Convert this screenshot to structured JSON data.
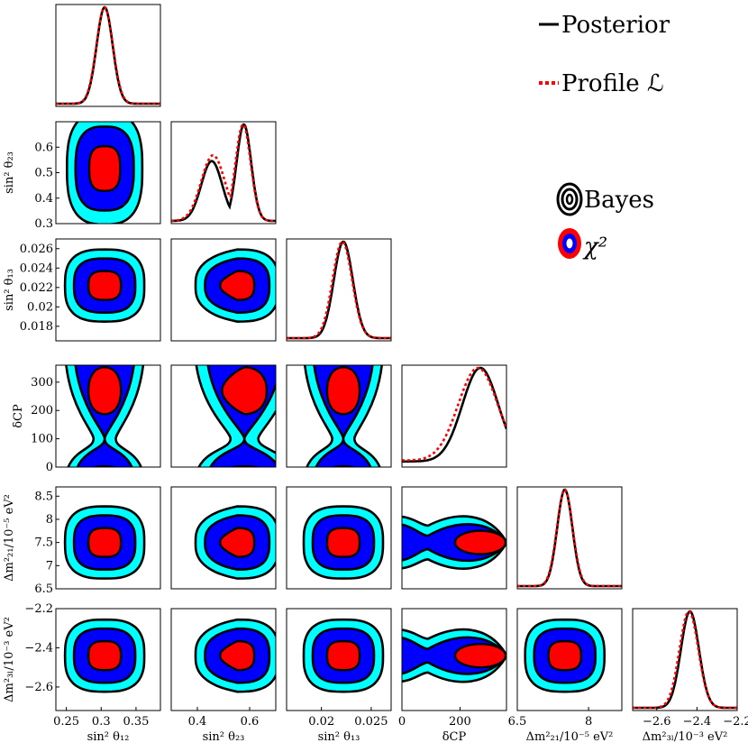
{
  "chart_data": {
    "type": "corner-plot",
    "parameters": [
      {
        "name": "s12",
        "xlabel": "sin² θ₁₂",
        "ylabel": "",
        "xlim": [
          0.235,
          0.385
        ],
        "ylim": [
          0.235,
          0.385
        ],
        "xticks": [
          0.25,
          0.3,
          0.35
        ],
        "xticklabels": [
          "0.25",
          "0.3",
          "0.35"
        ],
        "yticks": [],
        "yticklabels": [],
        "best_fit": 0.305
      },
      {
        "name": "s23",
        "xlabel": "sin² θ₂₃",
        "ylabel": "sin² θ₂₃",
        "xlim": [
          0.3,
          0.7
        ],
        "ylim": [
          0.3,
          0.7
        ],
        "xticks": [
          0.4,
          0.6
        ],
        "xticklabels": [
          "0.4",
          "0.6"
        ],
        "yticks": [
          0.3,
          0.4,
          0.5,
          0.6
        ],
        "yticklabels": [
          "0.3",
          "0.4",
          "0.5",
          "0.6"
        ],
        "best_fit": 0.58
      },
      {
        "name": "s13",
        "xlabel": "sin² θ₁₃",
        "ylabel": "sin² θ₁₃",
        "xlim": [
          0.0165,
          0.027
        ],
        "ylim": [
          0.0165,
          0.027
        ],
        "xticks": [
          0.02,
          0.025
        ],
        "xticklabels": [
          "0.02",
          "0.025"
        ],
        "yticks": [
          0.018,
          0.02,
          0.022,
          0.024,
          0.026
        ],
        "yticklabels": [
          "0.018",
          "0.02",
          "0.022",
          "0.024",
          "0.026"
        ],
        "best_fit": 0.0222
      },
      {
        "name": "dcp",
        "xlabel": "δCP",
        "ylabel": "δCP",
        "xlim": [
          0,
          360
        ],
        "ylim": [
          0,
          360
        ],
        "xticks": [
          0,
          200
        ],
        "xticklabels": [
          "0",
          "200"
        ],
        "yticks": [
          0,
          100,
          200,
          300
        ],
        "yticklabels": [
          "0",
          "100",
          "200",
          "300"
        ],
        "best_fit": 270
      },
      {
        "name": "dm21",
        "xlabel": "Δm²₂₁/10⁻⁵ eV²",
        "ylabel": "Δm²₂₁/10⁻⁵ eV²",
        "xlim": [
          6.5,
          8.7
        ],
        "ylim": [
          6.5,
          8.7
        ],
        "xticks": [
          6.5,
          8
        ],
        "xticklabels": [
          "6.5",
          "8"
        ],
        "yticks": [
          6.5,
          7,
          7.5,
          8,
          8.5
        ],
        "yticklabels": [
          "6.5",
          "7",
          "7.5",
          "8",
          "8.5"
        ],
        "best_fit": 7.5
      },
      {
        "name": "dm3l",
        "xlabel": "Δm²₃ₗ/10⁻³ eV²",
        "ylabel": "Δm²₃ₗ/10⁻³ eV²",
        "xlim": [
          -2.72,
          -2.2
        ],
        "ylim": [
          -2.72,
          -2.2
        ],
        "xticks": [
          -2.6,
          -2.4,
          -2.2
        ],
        "xticklabels": [
          "−2.6",
          "−2.4",
          "−2.2"
        ],
        "yticks": [
          -2.6,
          -2.4,
          -2.2
        ],
        "yticklabels": [
          "−2.6",
          "−2.4",
          "−2.2"
        ],
        "best_fit": -2.44
      }
    ],
    "legend": {
      "lines": [
        {
          "label": "Posterior",
          "color": "#000000",
          "style": "solid"
        },
        {
          "label": "Profile ℒ",
          "color": "#ff0000",
          "style": "dotted"
        }
      ],
      "contours": [
        {
          "label": "Bayes",
          "colors": [
            "#000000",
            "#ffffff"
          ]
        },
        {
          "label": "χ²",
          "colors": [
            "#ff0000",
            "#0000ff",
            "#ffffff"
          ]
        }
      ]
    },
    "colors": {
      "one_sigma": "#ff0000",
      "two_sigma": "#0000ff",
      "three_sigma": "#00ffff",
      "posterior_line": "#000000",
      "profile_line": "#ff0000"
    }
  }
}
